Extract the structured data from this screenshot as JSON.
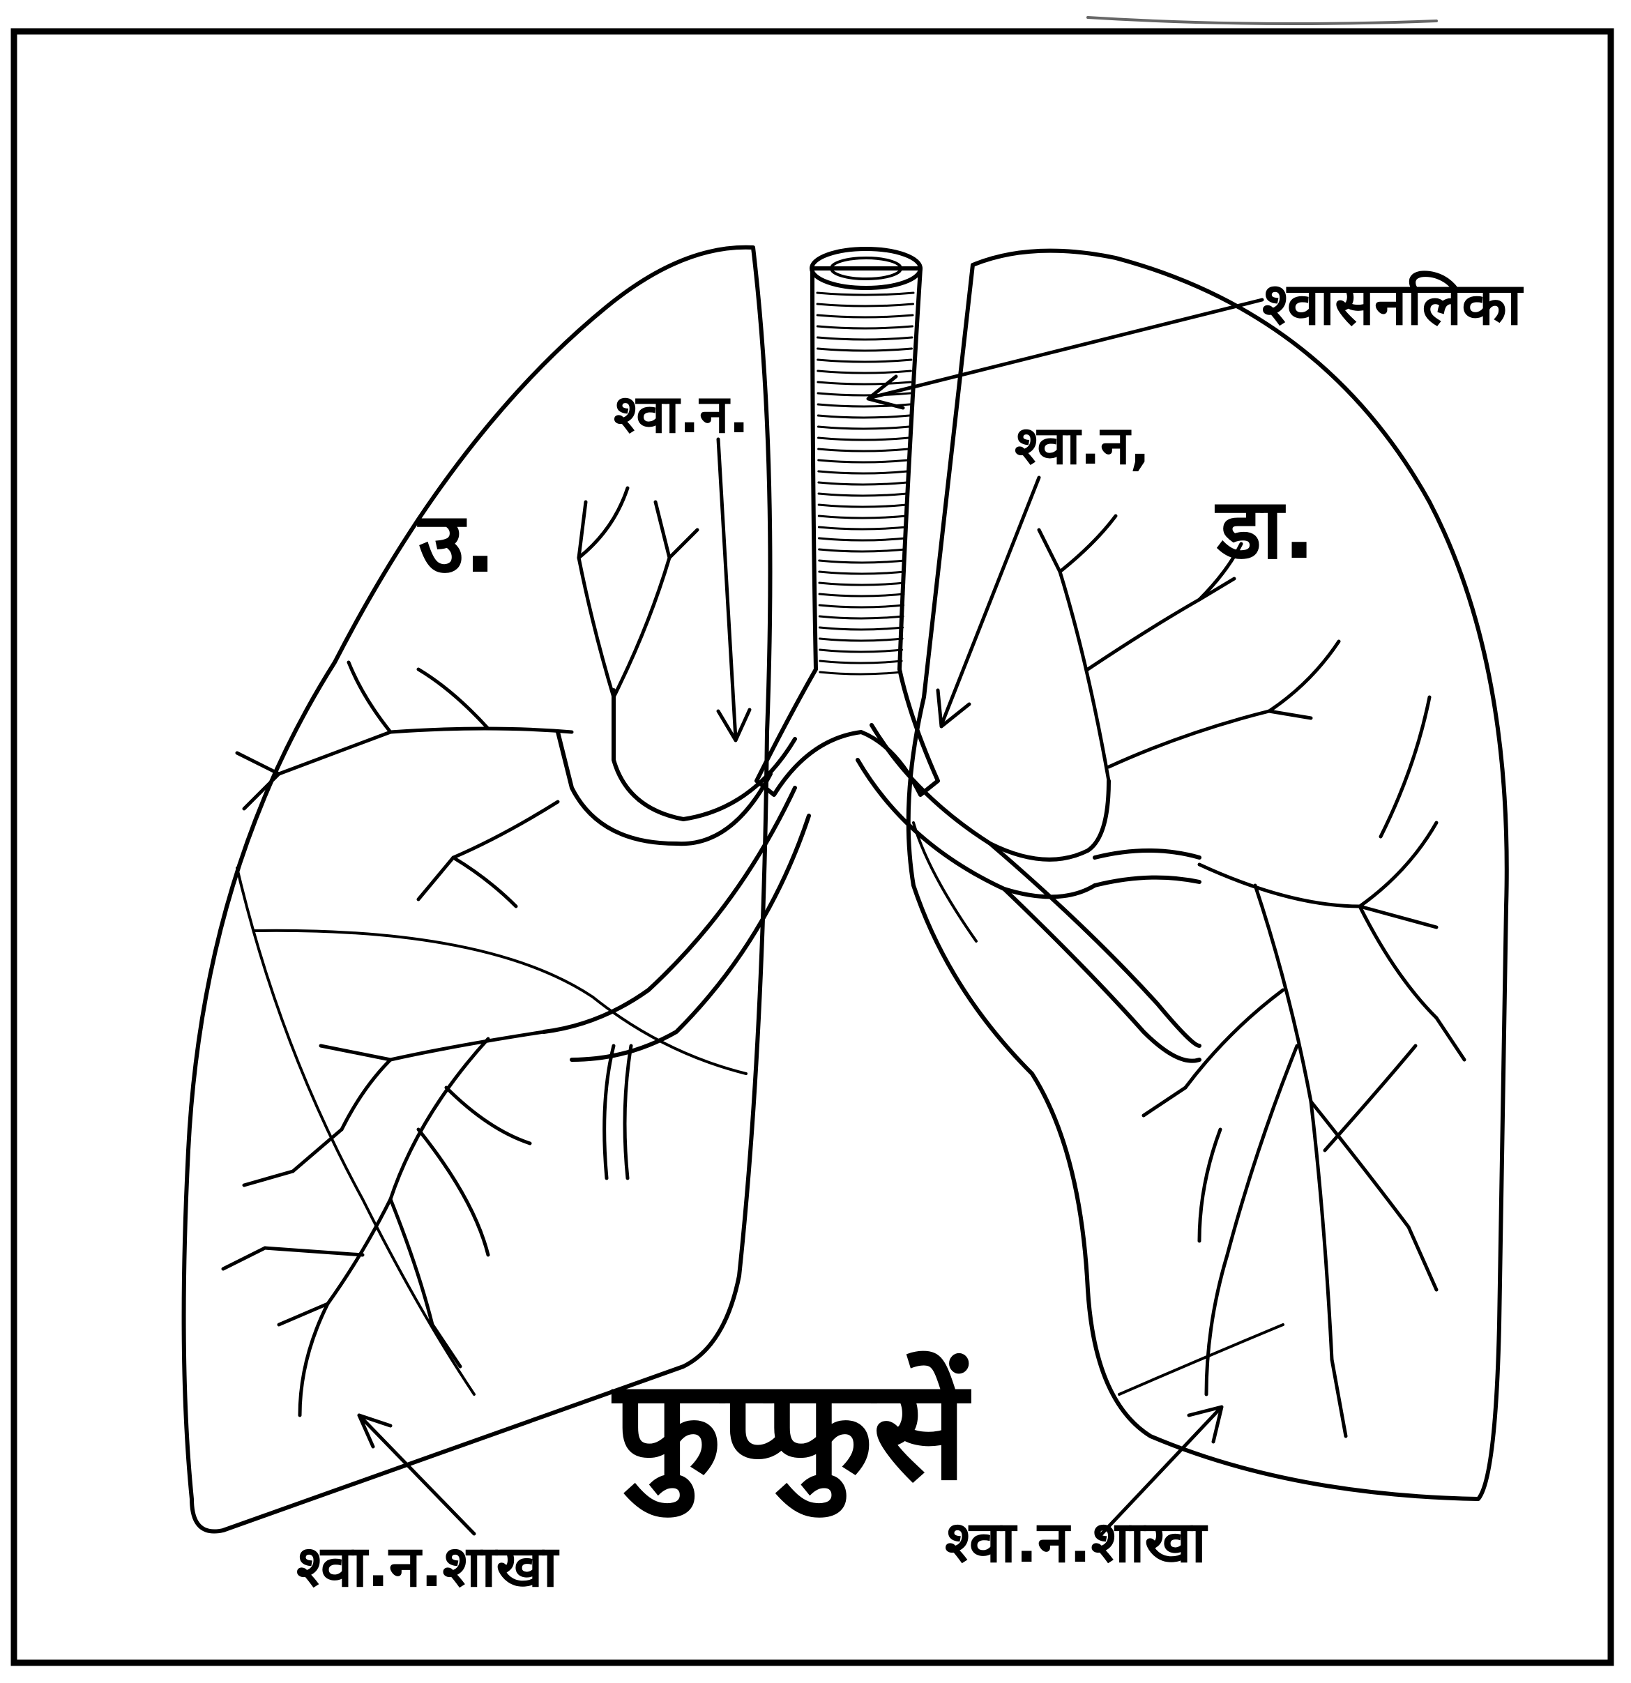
{
  "labels": {
    "trachea": "श्वासनलिका",
    "left_bronchus": "श्वा.न.",
    "right_bronchus": "श्वा.न,",
    "right_lung": "उ.",
    "left_lung": "डा.",
    "title": "फुप्फुसें",
    "left_branch": "श्वा.न.शाखा",
    "right_branch": "श्वा.न.शाखा"
  },
  "colors": {
    "ink": "#000000",
    "paper": "#ffffff"
  }
}
